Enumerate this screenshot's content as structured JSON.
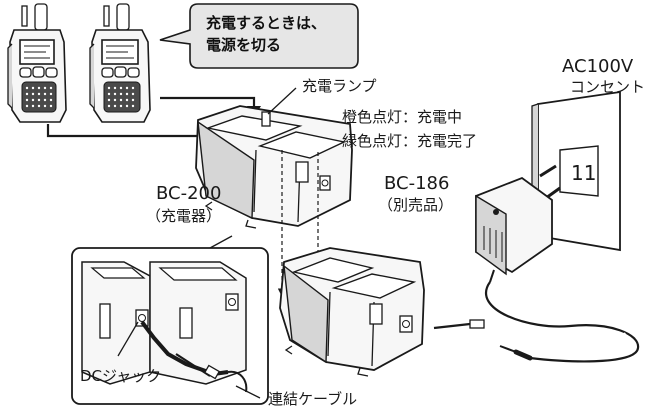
{
  "callout": {
    "line1": "充電するときは、",
    "line2": "電源を切る"
  },
  "labels": {
    "charge_lamp": "充電ランプ",
    "orange_lit": "橙色点灯：充電中",
    "green_lit": "緑色点灯：充電完了",
    "outlet_line1": "AC100V",
    "outlet_line2": "コンセント",
    "adapter_model": "BC-186",
    "adapter_note": "（別売品）",
    "charger_model": "BC-200",
    "charger_note": "（充電器）",
    "dc_jack": "DCジャック",
    "link_cable": "連結ケーブル"
  },
  "outlet_slot_text": "11",
  "colors": {
    "line": "#1a1a1a",
    "callout_fill": "#e6e6e6",
    "device_fill": "#f7f7f7",
    "shadow_fill": "#d6d6d6"
  }
}
